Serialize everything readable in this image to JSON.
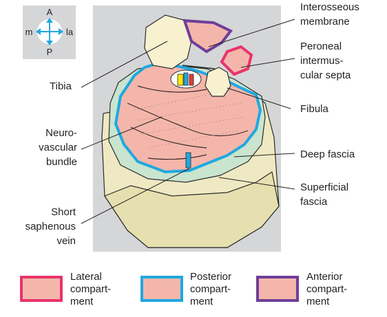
{
  "orientation": {
    "anterior": "A",
    "posterior": "P",
    "medial": "m",
    "lateral": "la"
  },
  "labels": {
    "interosseous_membrane": [
      "Interosseous",
      "membrane"
    ],
    "peroneal_septa": [
      "Peroneal",
      "intermus-",
      "cular septa"
    ],
    "tibia": [
      "Tibia"
    ],
    "fibula": [
      "Fibula"
    ],
    "neurovascular_bundle": [
      "Neuro-",
      "vascular",
      "bundle"
    ],
    "deep_fascia": [
      "Deep fascia"
    ],
    "superficial_fascia": [
      "Superficial",
      "fascia"
    ],
    "short_saphenous_vein": [
      "Short",
      "saphenous",
      "vein"
    ]
  },
  "legend": [
    {
      "lines": [
        "Lateral",
        "compart-",
        "ment"
      ],
      "border_color": "#e8336b"
    },
    {
      "lines": [
        "Posterior",
        "compart-",
        "ment"
      ],
      "border_color": "#1fa8e0"
    },
    {
      "lines": [
        "Anterior",
        "compart-",
        "ment"
      ],
      "border_color": "#6e3f98"
    }
  ],
  "colors": {
    "muscle": "#f4b6ab",
    "bone": "#f7f1cf",
    "fascia": "#e9e4b8",
    "panel": "#d5d6d8",
    "septa": "#cfe6d2"
  }
}
